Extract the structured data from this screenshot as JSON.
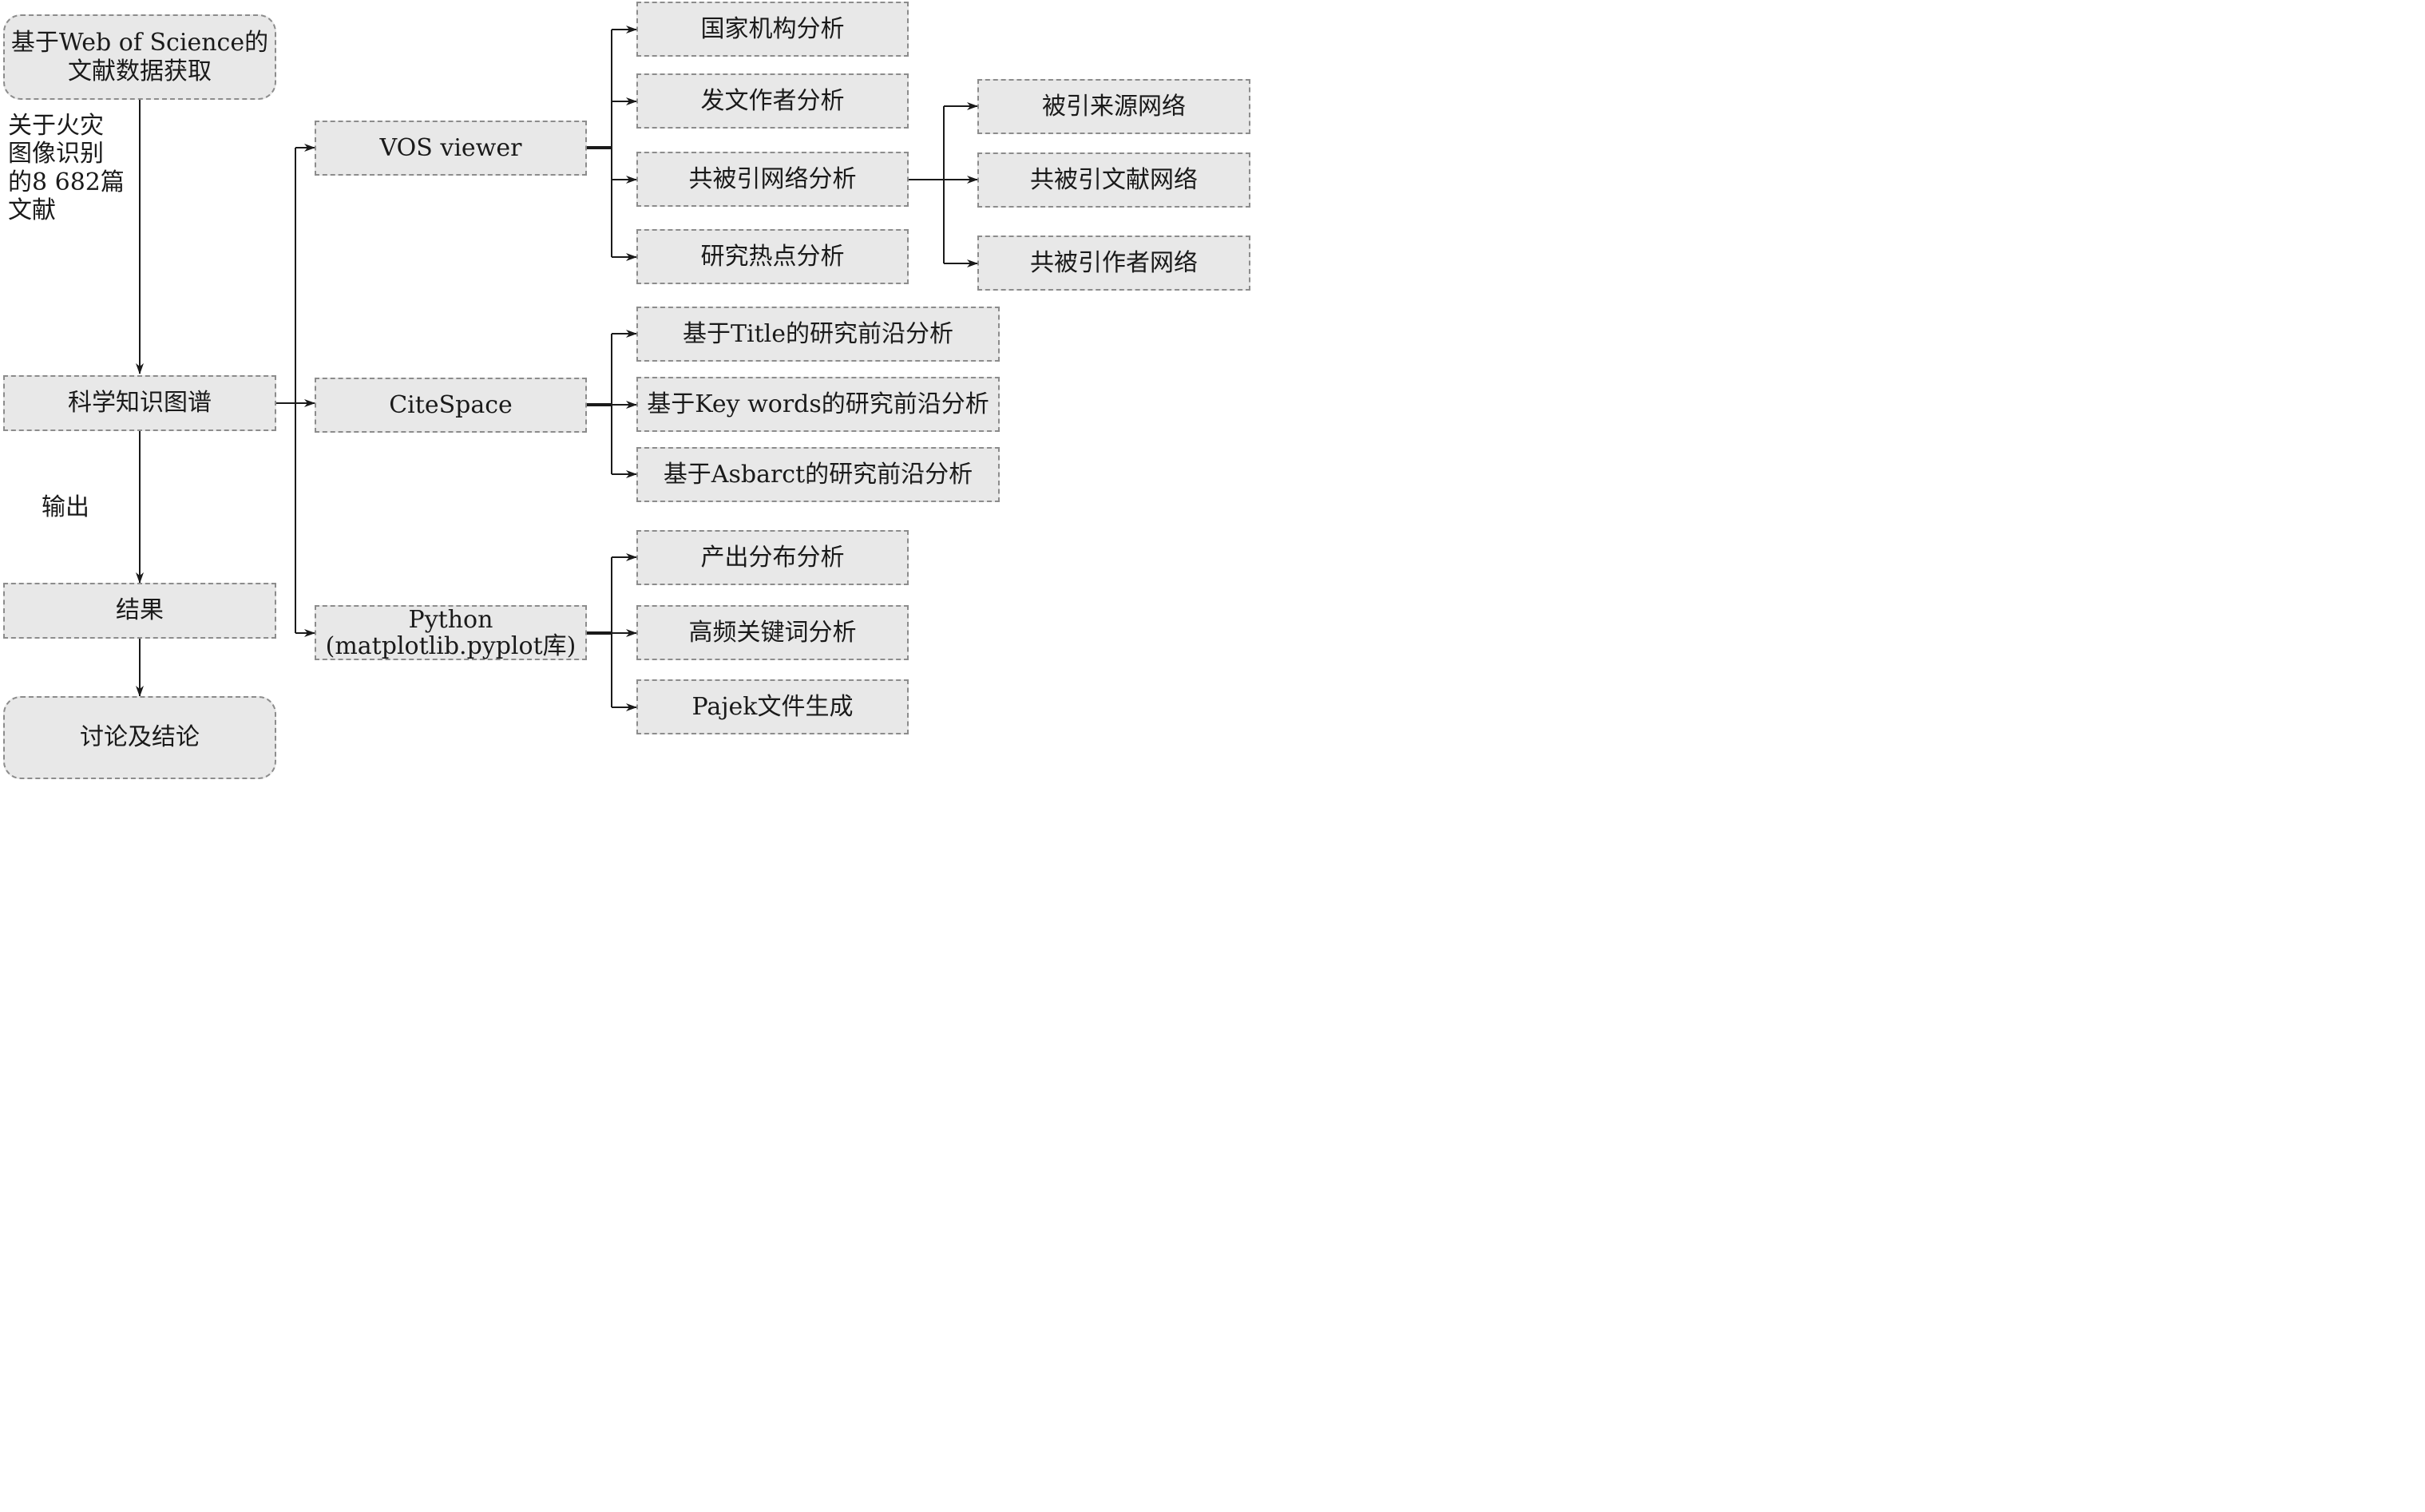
{
  "source": {
    "line1": "基于Web of Science的",
    "line2": "文献数据获取"
  },
  "corpus_note": {
    "line1": "关于火灾",
    "line2": "图像识别",
    "line3": "的8 682篇",
    "line4": "文献"
  },
  "knowledge_map": "科学知识图谱",
  "output_label": "输出",
  "results": "结果",
  "discussion": "讨论及结论",
  "tools": {
    "vosviewer": "VOS viewer",
    "citespace": "CiteSpace",
    "python": {
      "line1": "Python",
      "line2": "(matplotlib.pyplot库)"
    }
  },
  "vos_analyses": [
    "国家机构分析",
    "发文作者分析",
    "共被引网络分析",
    "研究热点分析"
  ],
  "cocitation_networks": [
    "被引来源网络",
    "共被引文献网络",
    "共被引作者网络"
  ],
  "citespace_analyses": [
    "基于Title的研究前沿分析",
    "基于Key words的研究前沿分析",
    "基于Asbarct的研究前沿分析"
  ],
  "python_analyses": [
    "产出分布分析",
    "高频关键词分析",
    "Pajek文件生成"
  ]
}
